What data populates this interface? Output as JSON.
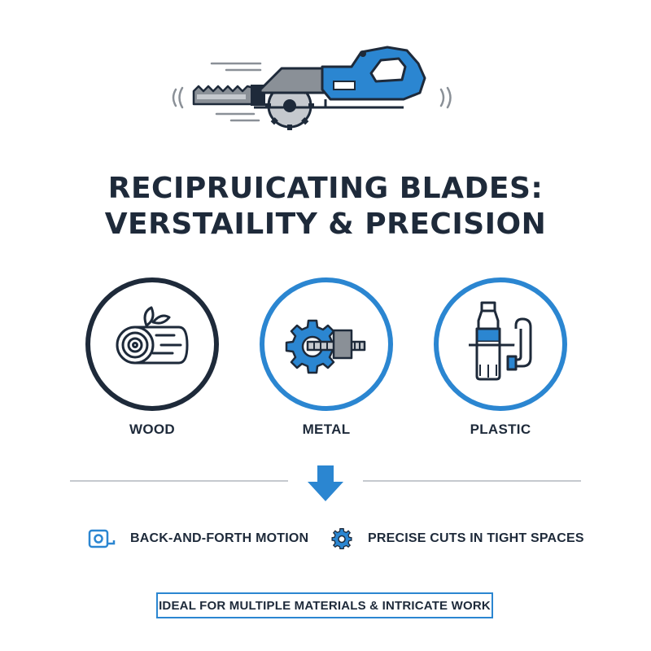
{
  "colors": {
    "accent": "#2b86d1",
    "dark": "#1e2a3a",
    "gray": "#8a9097",
    "divider": "#c5c9ce"
  },
  "header": {
    "icon": "reciprocating-saw-icon",
    "title_line1": "RECIPRUICATING BLADES:",
    "title_line2": "VERSTAILITY & PRECISION"
  },
  "materials": [
    {
      "label": "WOOD",
      "icon": "wood-log-icon"
    },
    {
      "label": "METAL",
      "icon": "gear-bolt-icon"
    },
    {
      "label": "PLASTIC",
      "icon": "plastic-bottle-pipe-icon"
    }
  ],
  "divider": {
    "icon": "arrow-down-icon"
  },
  "features": [
    {
      "label": "BACK-AND-FORTH MOTION",
      "icon": "tape-measure-icon"
    },
    {
      "label": "PRECISE CUTS IN TIGHT SPACES",
      "icon": "gear-icon"
    }
  ],
  "banner": {
    "text": "IDEAL FOR MULTIPLE MATERIALS & INTRICATE WORK"
  }
}
